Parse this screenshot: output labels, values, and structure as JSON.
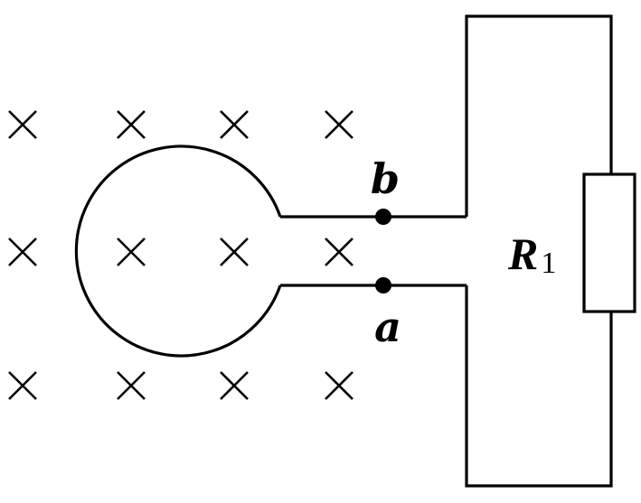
{
  "diagram": {
    "terminals": {
      "a": "a",
      "b": "b"
    },
    "resistor": {
      "symbol": "R",
      "subscript": "1"
    },
    "magnetic_field": {
      "direction": "into-page",
      "mark_symbol": "×",
      "rows": 3,
      "columns": 4
    },
    "colors": {
      "line": "#000000",
      "background": "#ffffff"
    }
  }
}
